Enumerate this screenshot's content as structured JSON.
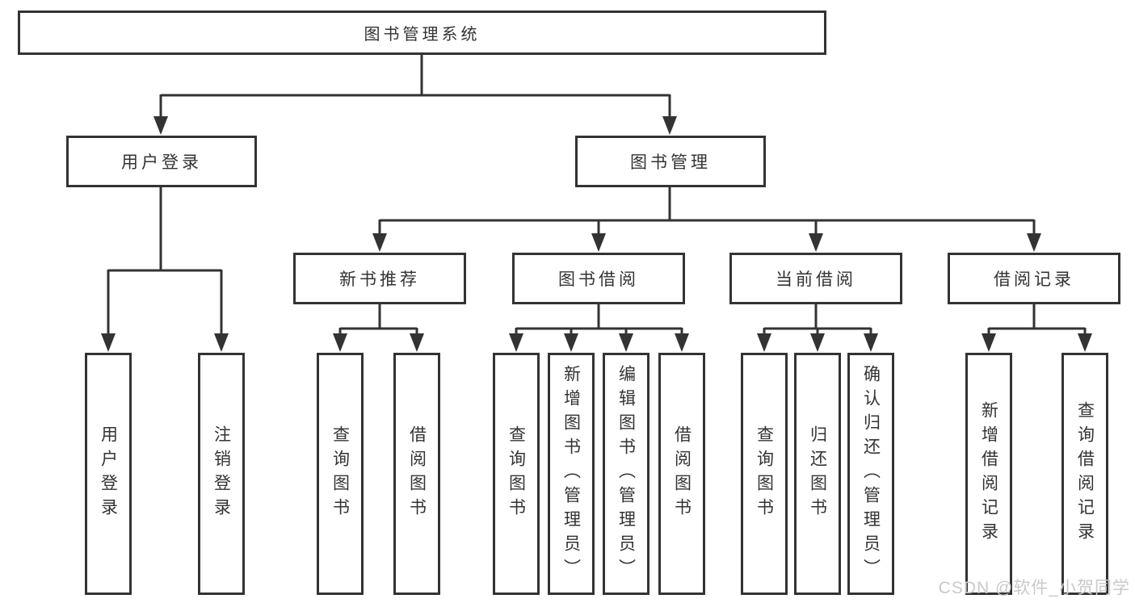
{
  "tree": {
    "root": {
      "label": "图书管理系统"
    },
    "level2": [
      {
        "label": "用户登录"
      },
      {
        "label": "图书管理"
      }
    ],
    "level3": [
      {
        "label": "新书推荐",
        "parent": "图书管理"
      },
      {
        "label": "图书借阅",
        "parent": "图书管理"
      },
      {
        "label": "当前借阅",
        "parent": "图书管理"
      },
      {
        "label": "借阅记录",
        "parent": "图书管理"
      }
    ],
    "leaves": [
      {
        "label": "用户登录",
        "parent": "用户登录"
      },
      {
        "label": "注销登录",
        "parent": "用户登录"
      },
      {
        "label": "查询图书",
        "parent": "新书推荐"
      },
      {
        "label": "借阅图书",
        "parent": "新书推荐"
      },
      {
        "label": "查询图书",
        "parent": "图书借阅"
      },
      {
        "label": "新增图书（管理员）",
        "parent": "图书借阅"
      },
      {
        "label": "编辑图书（管理员）",
        "parent": "图书借阅"
      },
      {
        "label": "借阅图书",
        "parent": "图书借阅"
      },
      {
        "label": "查询图书",
        "parent": "当前借阅"
      },
      {
        "label": "归还图书",
        "parent": "当前借阅"
      },
      {
        "label": "确认归还（管理员）",
        "parent": "当前借阅"
      },
      {
        "label": "新增借阅记录",
        "parent": "借阅记录"
      },
      {
        "label": "查询借阅记录",
        "parent": "借阅记录"
      }
    ]
  },
  "watermark": {
    "text": "CSDN @软件_小贺同学"
  },
  "colors": {
    "line": "#333333",
    "box_border": "#333333",
    "box_fill": "#ffffff",
    "text": "#333333",
    "watermark": "#c9c9c9",
    "background": "#ffffff"
  }
}
